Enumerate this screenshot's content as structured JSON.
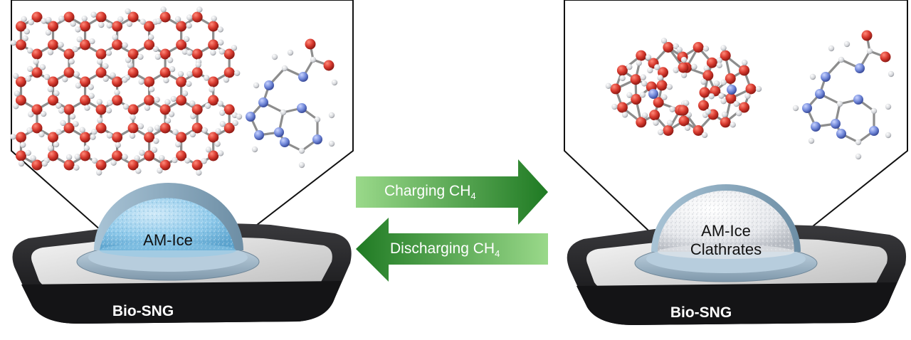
{
  "left_panel": {
    "dome_label": "AM-Ice",
    "base_label": "Bio-SNG"
  },
  "right_panel": {
    "dome_label_line1": "AM-Ice",
    "dome_label_line2": "Clathrates",
    "base_label": "Bio-SNG"
  },
  "arrows": {
    "charging": {
      "text": "Charging CH",
      "subscript": "4",
      "direction": "right"
    },
    "discharging": {
      "text": "Discharging CH",
      "subscript": "4",
      "direction": "left"
    }
  },
  "colors": {
    "oxygen": "#d83a2f",
    "hydrogen": "#dcdde0",
    "nitrogen": "#6f86d8",
    "bond": "#8d8d8d",
    "arrow_dark": "#1f7a23",
    "arrow_light": "#8fd67b",
    "base": "#1e1e20",
    "ice_blue": "#8ec9ea",
    "clathrate_white": "#eef0f3"
  }
}
